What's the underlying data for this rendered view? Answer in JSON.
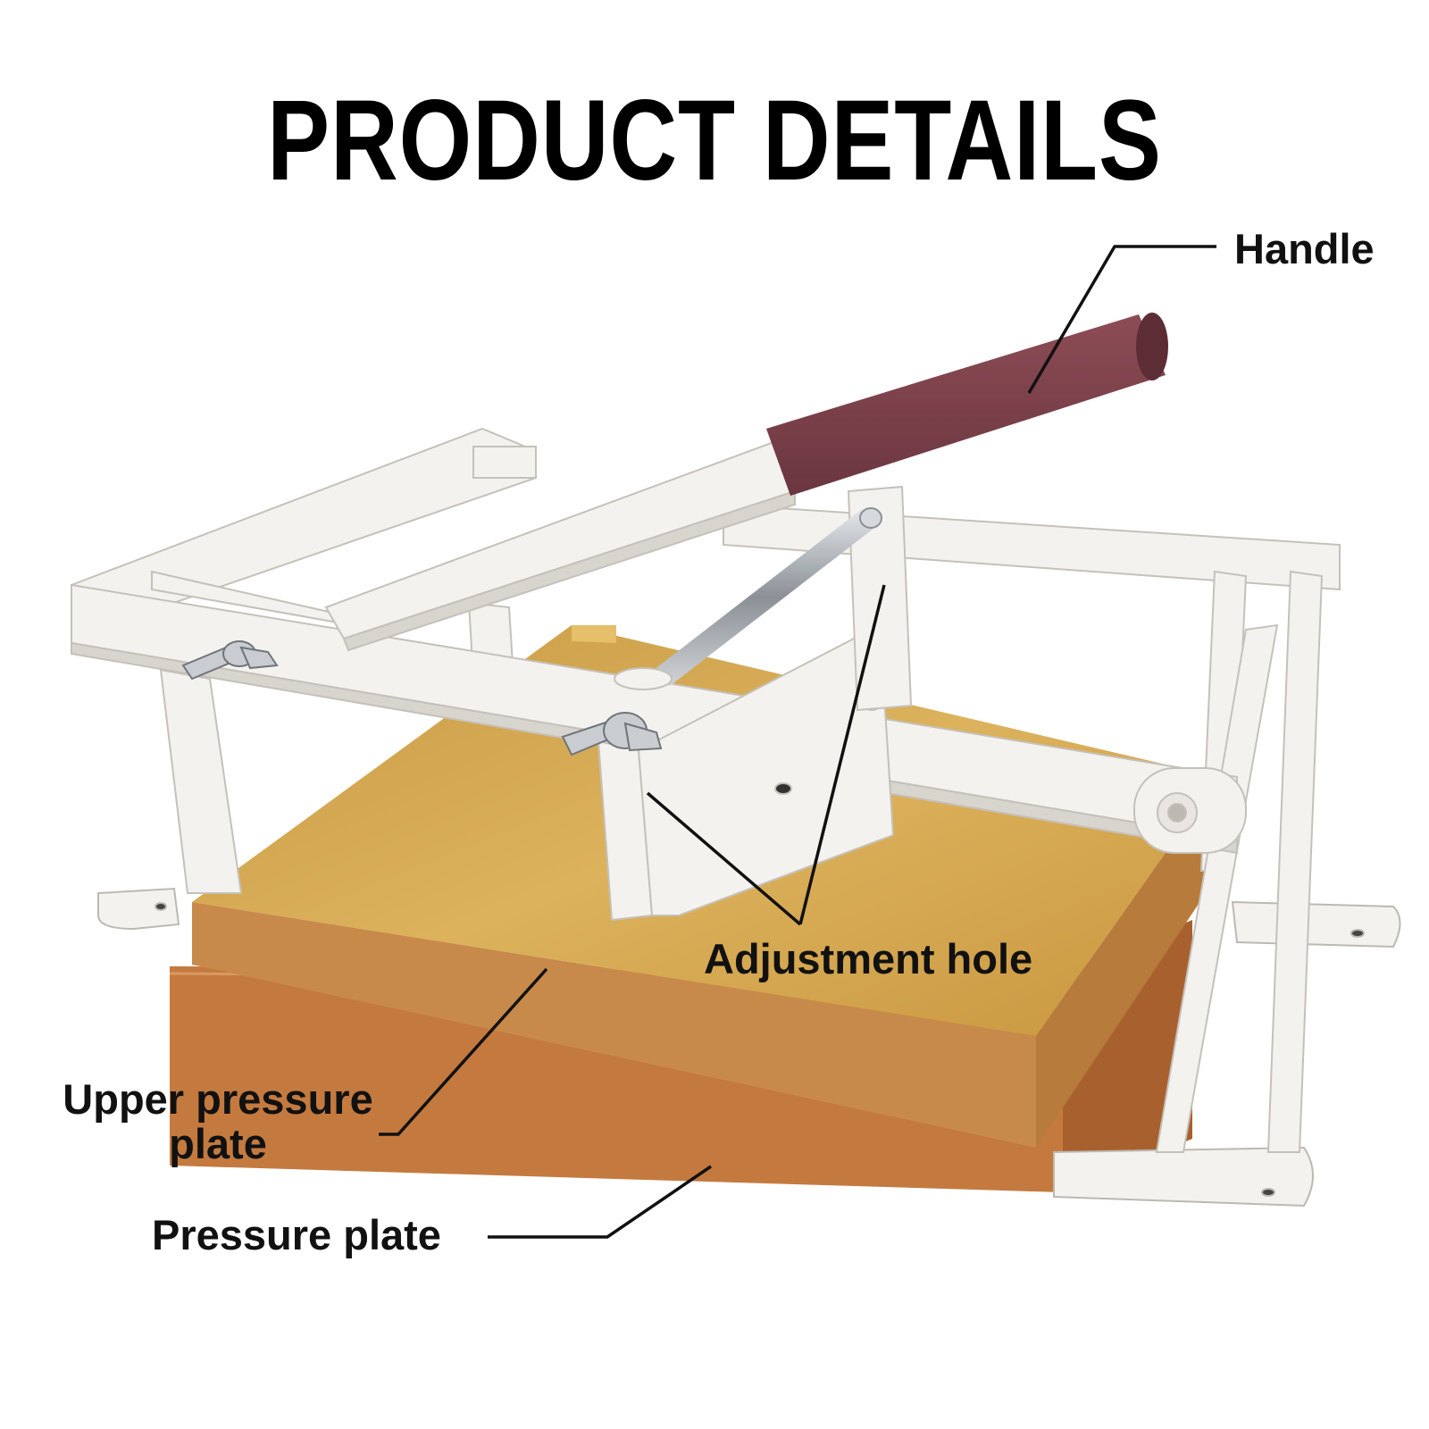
{
  "title": "PRODUCT DETAILS",
  "callouts": {
    "handle": "Handle",
    "adjustment_hole": "Adjustment hole",
    "upper_pressure_plate_line1": "Upper pressure",
    "upper_pressure_plate_line2": "plate",
    "pressure_plate": "Pressure plate"
  },
  "colors": {
    "background": "#ffffff",
    "frame": "#f4f2ee",
    "frame_shadow": "#c9c6c0",
    "handle_grip": "#7a4048",
    "upper_plate": "#d1a24e",
    "lower_plate": "#c57a3e",
    "rod": "#9aa0a6",
    "leader_line": "#111111"
  }
}
